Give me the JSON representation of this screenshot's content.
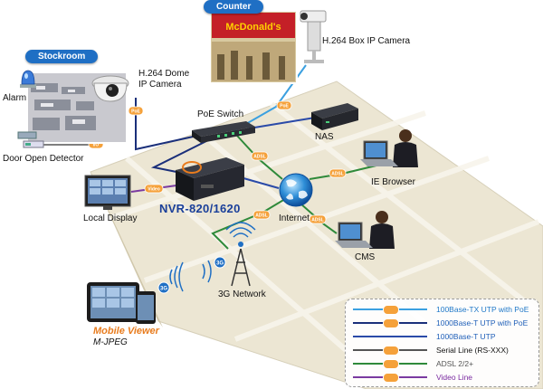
{
  "title_tags": {
    "stockroom": "Stockroom",
    "counter": "Counter"
  },
  "labels": {
    "alarm": "Alarm",
    "dome_camera_line1": "H.264 Dome",
    "dome_camera_line2": "IP Camera",
    "box_camera": "H.264 Box IP Camera",
    "door_detector": "Door Open Detector",
    "poe_switch": "PoE Switch",
    "nas": "NAS",
    "ie_browser": "IE Browser",
    "local_display": "Local Display",
    "nvr": "NVR-820/1620",
    "internet": "Internet",
    "cms": "CMS",
    "network_3g": "3G Network",
    "mobile_viewer": "Mobile Viewer",
    "mjpeg": "M-JPEG",
    "store_sign": "McDonald's"
  },
  "badges": {
    "io": "I/O",
    "poe": "PoE",
    "adsl": "ADSL",
    "video": "Video",
    "3g": "3G"
  },
  "legend": [
    {
      "label": "100Base-TX UTP with PoE",
      "color": "#3ba0e0",
      "text_color": "#1f78c8"
    },
    {
      "label": "1000Base-T UTP with PoE",
      "color": "#1a2f7a",
      "text_color": "#1f5fb8"
    },
    {
      "label": "1000Base-T UTP",
      "color": "#2a4aa8",
      "text_color": "#1f5fb8"
    },
    {
      "label": "Serial Line (RS-XXX)",
      "color": "#555555",
      "text_color": "#111111"
    },
    {
      "label": "ADSL 2/2+",
      "color": "#2f8a3a",
      "text_color": "#555555"
    },
    {
      "label": "Video Line",
      "color": "#7a3aa0",
      "text_color": "#7a2aa0"
    }
  ],
  "colors": {
    "poe_100": "#3ba0e0",
    "poe_1000": "#1a2f7a",
    "utp_1000": "#2a4aa8",
    "serial": "#555555",
    "adsl": "#2f8a3a",
    "video": "#7a3aa0",
    "badge": "#f5a13a",
    "tag_blue": "#1f6fc4",
    "floor": "#ece6d3"
  }
}
